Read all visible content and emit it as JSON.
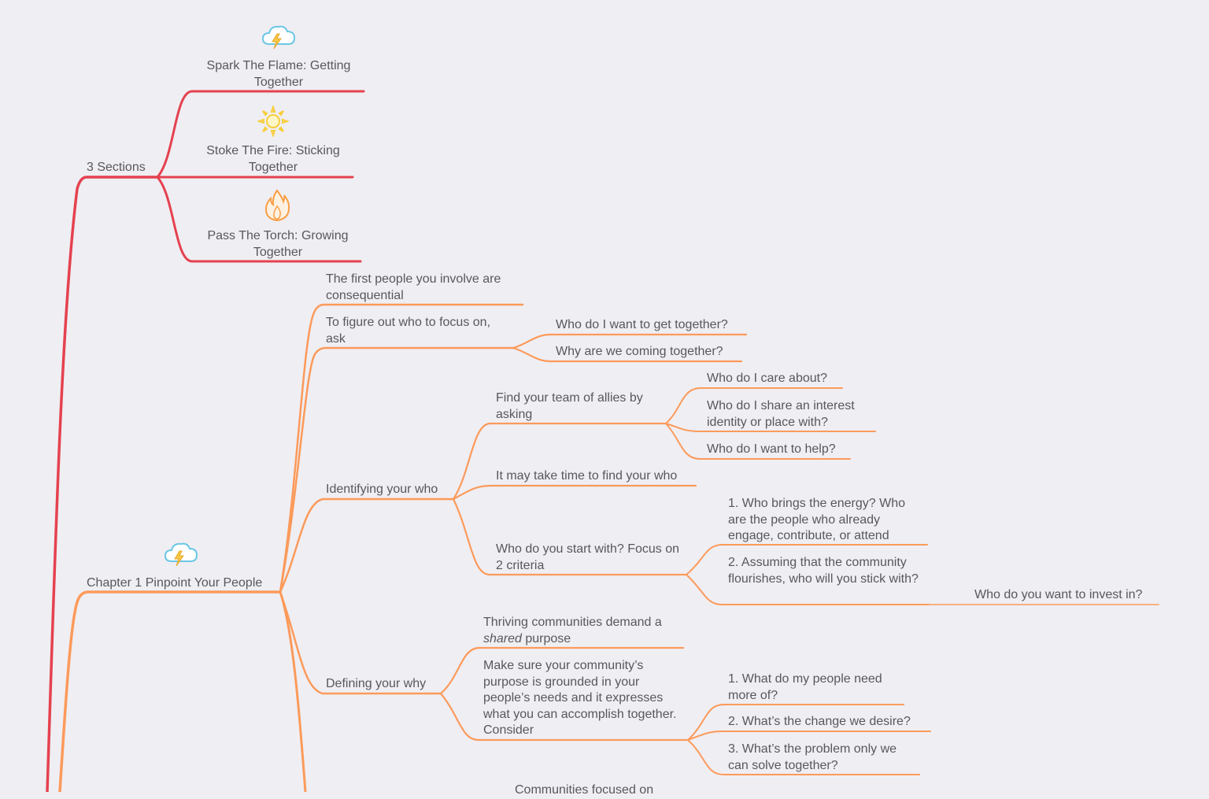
{
  "colors": {
    "red_branch": "#e5414f",
    "orange_branch": "#fc9a5a",
    "background": "#efeef3",
    "text": "#58585c",
    "cloud": "#6cc7e4",
    "bolt": "#f6c945",
    "sun": "#f7cd3a",
    "flame": "#fb9e46"
  },
  "icons": {
    "spark": "storm-cloud-icon",
    "stoke": "sun-icon",
    "pass": "fire-icon",
    "chapter1": "storm-cloud-icon"
  },
  "sections": {
    "label": "3 Sections",
    "items": [
      {
        "text": "Spark The Flame: Getting Together"
      },
      {
        "text": "Stoke The Fire: Sticking Together"
      },
      {
        "text": "Pass The Torch: Growing Together"
      }
    ]
  },
  "chapter1": {
    "label": "Chapter 1 Pinpoint Your People",
    "first_people": "The first people you involve are consequential",
    "figure_out": {
      "label": "To figure out who to focus on, ask",
      "q1": "Who do I want to get together?",
      "q2": "Why are we coming together?"
    },
    "identifying": {
      "label": "Identifying your who",
      "allies": {
        "label": "Find your team of allies by asking",
        "q1": "Who do I care about?",
        "q2": "Who do I share an interest identity or place with?",
        "q3": "Who do I want to help?"
      },
      "time": "It may take time to find your who",
      "start": {
        "label": "Who do you start with? Focus on 2 criteria",
        "c1": "1. Who brings the energy? Who are the people who already engage, contribute, or attend",
        "c2": "2. Assuming that the community flourishes, who will you stick with?",
        "invest": "Who do you want to invest in?"
      }
    },
    "why": {
      "label": "Defining your why",
      "thriving_a": "Thriving communities demand a",
      "thriving_em": "shared",
      "thriving_b": "purpose",
      "make_sure": "Make sure your community’s purpose is grounded in your people’s needs and it expresses what you can accomplish together. Consider",
      "c1": "1. What do my people need more of?",
      "c2": "2. What’s the change we desire?",
      "c3": "3. What’s the problem only we can solve together?"
    },
    "bottom_partial": "Communities focused on"
  }
}
